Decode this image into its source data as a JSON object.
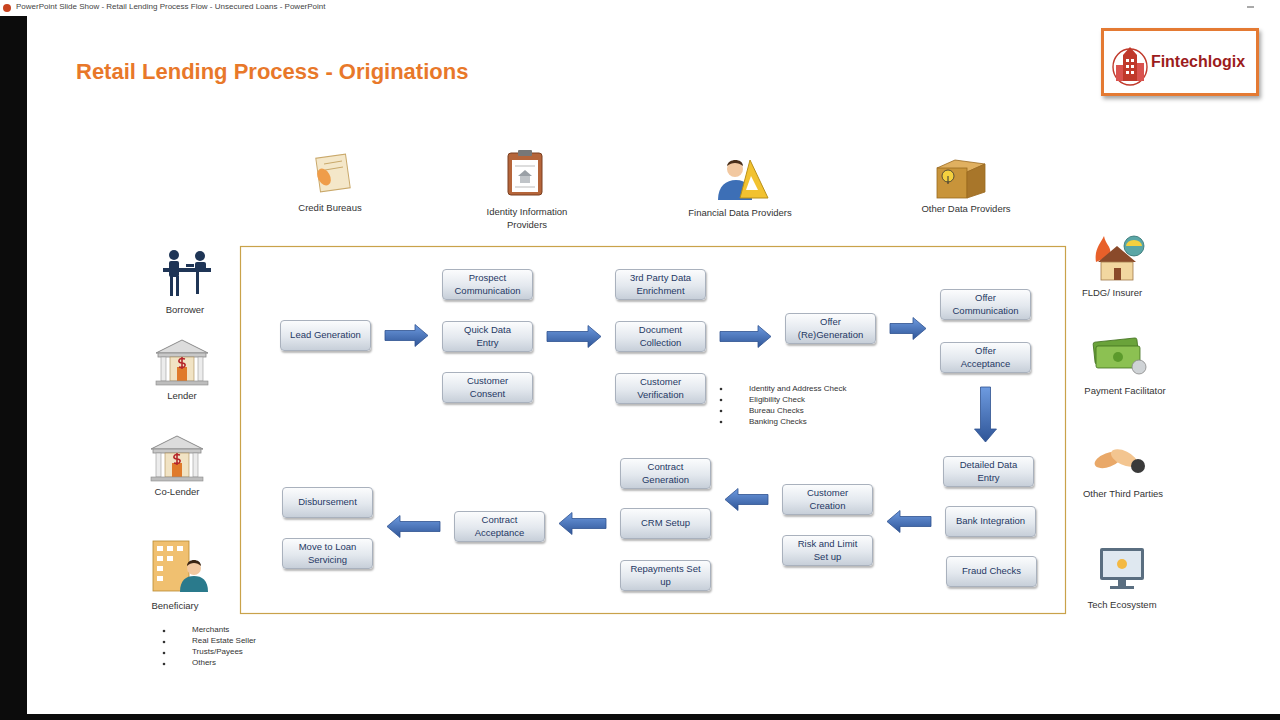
{
  "diagram": {
    "title": "Retail Lending Process - Originations",
    "nodes": [
      {
        "text": [
          "Fintechlogix"
        ]
      },
      {
        "text": [
          "Lead Generation"
        ]
      },
      {
        "text": [
          "Prospect Communication"
        ]
      },
      {
        "text": [
          "Quick Data Entry"
        ]
      },
      {
        "text": [
          "Customer Consent"
        ]
      },
      {
        "text": [
          "3rd Party Data Enrichment"
        ]
      },
      {
        "text": [
          "Document Collection"
        ]
      },
      {
        "text": [
          "Customer Verification"
        ]
      },
      {
        "text": [
          "Offer (Re)Generation"
        ]
      },
      {
        "text": [
          "Offer Communication"
        ]
      },
      {
        "text": [
          "Offer Acceptance"
        ]
      },
      {
        "text": [
          "Detailed Data Entry"
        ]
      },
      {
        "text": [
          "Bank Integration"
        ]
      },
      {
        "text": [
          "Fraud Checks"
        ]
      },
      {
        "text": [
          "Customer Creation"
        ]
      },
      {
        "text": [
          "Risk and Limit Set up"
        ]
      },
      {
        "text": [
          "Contract Generation"
        ]
      },
      {
        "text": [
          "CRM Setup"
        ]
      },
      {
        "text": [
          "Repayments Set up"
        ]
      },
      {
        "text": [
          "Contract Acceptance"
        ]
      },
      {
        "text": [
          "Disbursement"
        ]
      },
      {
        "text": [
          "Move to Loan Servicing"
        ]
      }
    ],
    "edges": [
      {
        "from": 1,
        "to": 3,
        "arrow": "to"
      },
      {
        "from": 3,
        "to": 6,
        "arrow": "to"
      },
      {
        "from": 6,
        "to": 8,
        "arrow": "to"
      },
      {
        "from": 8,
        "to": 9,
        "arrow": "to"
      },
      {
        "from": 10,
        "to": 11,
        "arrow": "to"
      },
      {
        "from": 12,
        "to": 14,
        "arrow": "to"
      },
      {
        "from": 14,
        "to": 17,
        "arrow": "to"
      },
      {
        "from": 17,
        "to": 19,
        "arrow": "to"
      },
      {
        "from": 19,
        "to": 20,
        "arrow": "to"
      }
    ],
    "labels": [
      "PowerPoint Slide Show - Retail Lending Process Flow - Unsecured Loans - PowerPoint",
      "Credit Bureaus",
      "Identity Information Providers",
      "Financial Data Providers",
      "Other Data Providers",
      "Borrower",
      "Lender",
      "Co-Lender",
      "Beneficiary",
      "Merchants",
      "Real Estate Seller",
      "Trusts/Payees",
      "Others",
      "Identity and Address Check",
      "Eligibility Check",
      "Bureau Checks",
      "Banking Checks",
      "FLDG/ Insurer",
      "Payment Facilitator",
      "Other Third Parties",
      "Tech Ecosystem"
    ]
  }
}
